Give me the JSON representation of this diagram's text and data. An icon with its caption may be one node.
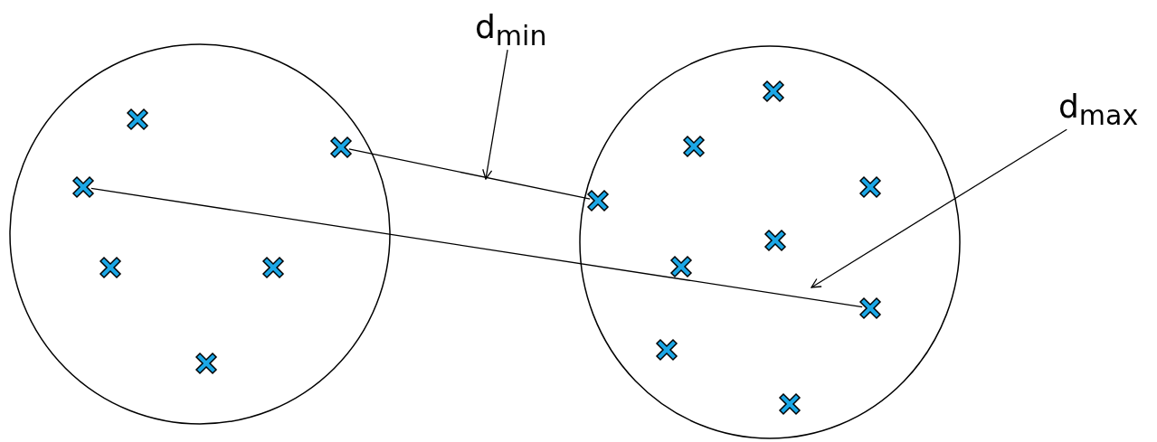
{
  "diagram": {
    "nodes": [
      {
        "text": [],
        "shape": "circle"
      },
      {
        "text": [],
        "shape": "cross",
        "in": 0
      },
      {
        "text": [],
        "shape": "cross",
        "in": 0
      },
      {
        "text": [],
        "shape": "cross",
        "in": 0
      },
      {
        "text": [],
        "shape": "cross",
        "in": 0
      },
      {
        "text": [],
        "shape": "cross",
        "in": 0
      },
      {
        "text": [],
        "shape": "cross",
        "in": 0
      },
      {
        "text": [],
        "shape": "circle"
      },
      {
        "text": [],
        "shape": "cross",
        "in": 7
      },
      {
        "text": [],
        "shape": "cross",
        "in": 7
      },
      {
        "text": [],
        "shape": "cross",
        "in": 7
      },
      {
        "text": [],
        "shape": "cross",
        "in": 7
      },
      {
        "text": [],
        "shape": "cross",
        "in": 7
      },
      {
        "text": [],
        "shape": "cross",
        "in": 7
      },
      {
        "text": [],
        "shape": "cross",
        "in": 7
      },
      {
        "text": [],
        "shape": "cross",
        "in": 7
      },
      {
        "text": [],
        "shape": "cross",
        "in": 7
      },
      {
        "text": [
          "d$_{min}$"
        ]
      },
      {
        "text": [
          "d$_{max}$"
        ]
      }
    ],
    "edges": [
      {
        "from": 2,
        "to": 11,
        "arrow": "none"
      },
      {
        "from": 3,
        "to": 14,
        "arrow": "none"
      },
      {
        "from": 17,
        "to": null,
        "arrow": "to"
      },
      {
        "from": 18,
        "to": null,
        "arrow": "to"
      }
    ]
  }
}
